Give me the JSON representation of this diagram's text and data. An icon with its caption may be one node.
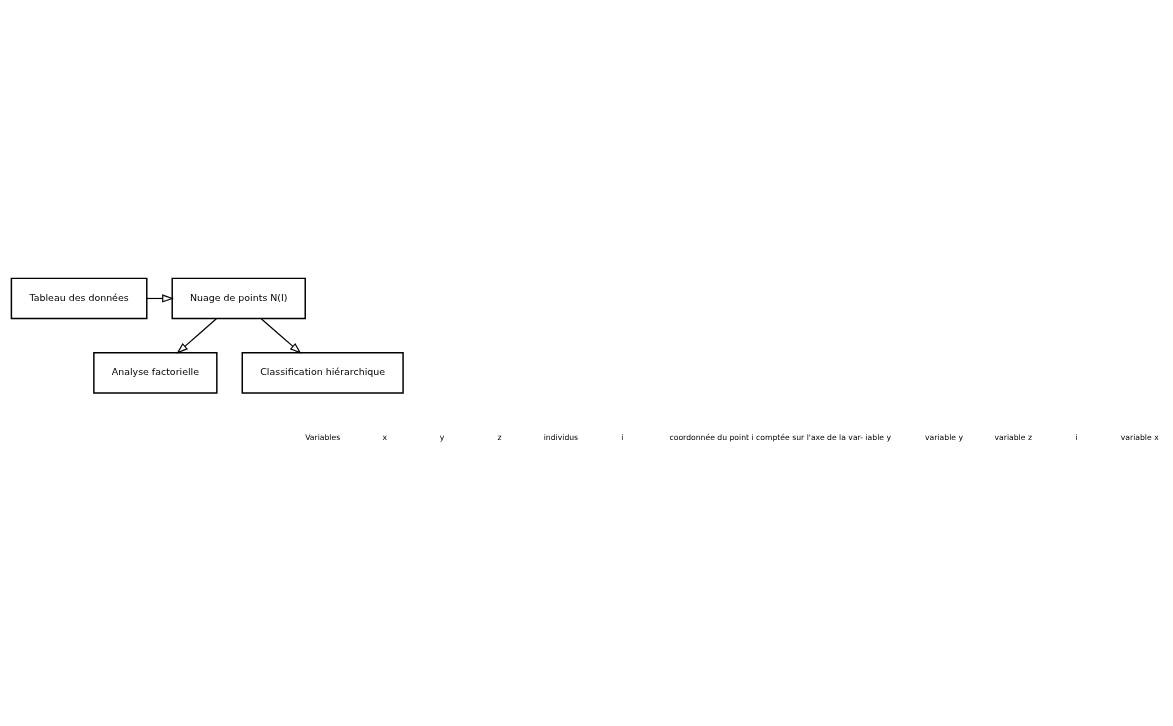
{
  "diagram": {
    "nodes": [
      {
        "text": [
          "Tableau des données"
        ]
      },
      {
        "text": [
          "Nuage de points N(I)"
        ]
      },
      {
        "text": [
          "Analyse factorielle"
        ]
      },
      {
        "text": [
          "Classification hiérarchique"
        ]
      }
    ],
    "edges": [
      {
        "from": 0,
        "to": 1,
        "arrow": "to"
      },
      {
        "from": 1,
        "to": 2,
        "arrow": "to"
      },
      {
        "from": 1,
        "to": 3,
        "arrow": "to"
      }
    ],
    "labels": [
      "Variables",
      "x",
      "y",
      "z",
      "individus",
      "i",
      "coordonnée du point i comptée sur l'axe de la var- iable y",
      "variable y",
      "variable z",
      "i",
      "variable x"
    ]
  }
}
